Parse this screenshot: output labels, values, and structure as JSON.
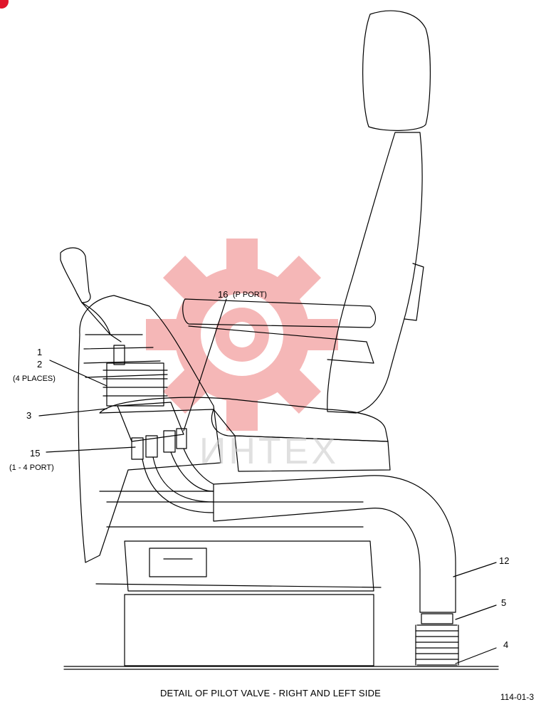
{
  "diagram": {
    "caption": "DETAIL OF PILOT VALVE - RIGHT AND LEFT SIDE",
    "drawing_number": "114-01-3",
    "watermark_text": "ИНТЕХ",
    "watermark_color": "#f2a0a0",
    "callouts": {
      "c1": "1",
      "c2": "2",
      "c2_note": "(4 PLACES)",
      "c3": "3",
      "c15": "15",
      "c15_note": "(1 - 4 PORT)",
      "c16": "16",
      "c16_note": "(P PORT)",
      "c12": "12",
      "c5": "5",
      "c4": "4"
    }
  }
}
